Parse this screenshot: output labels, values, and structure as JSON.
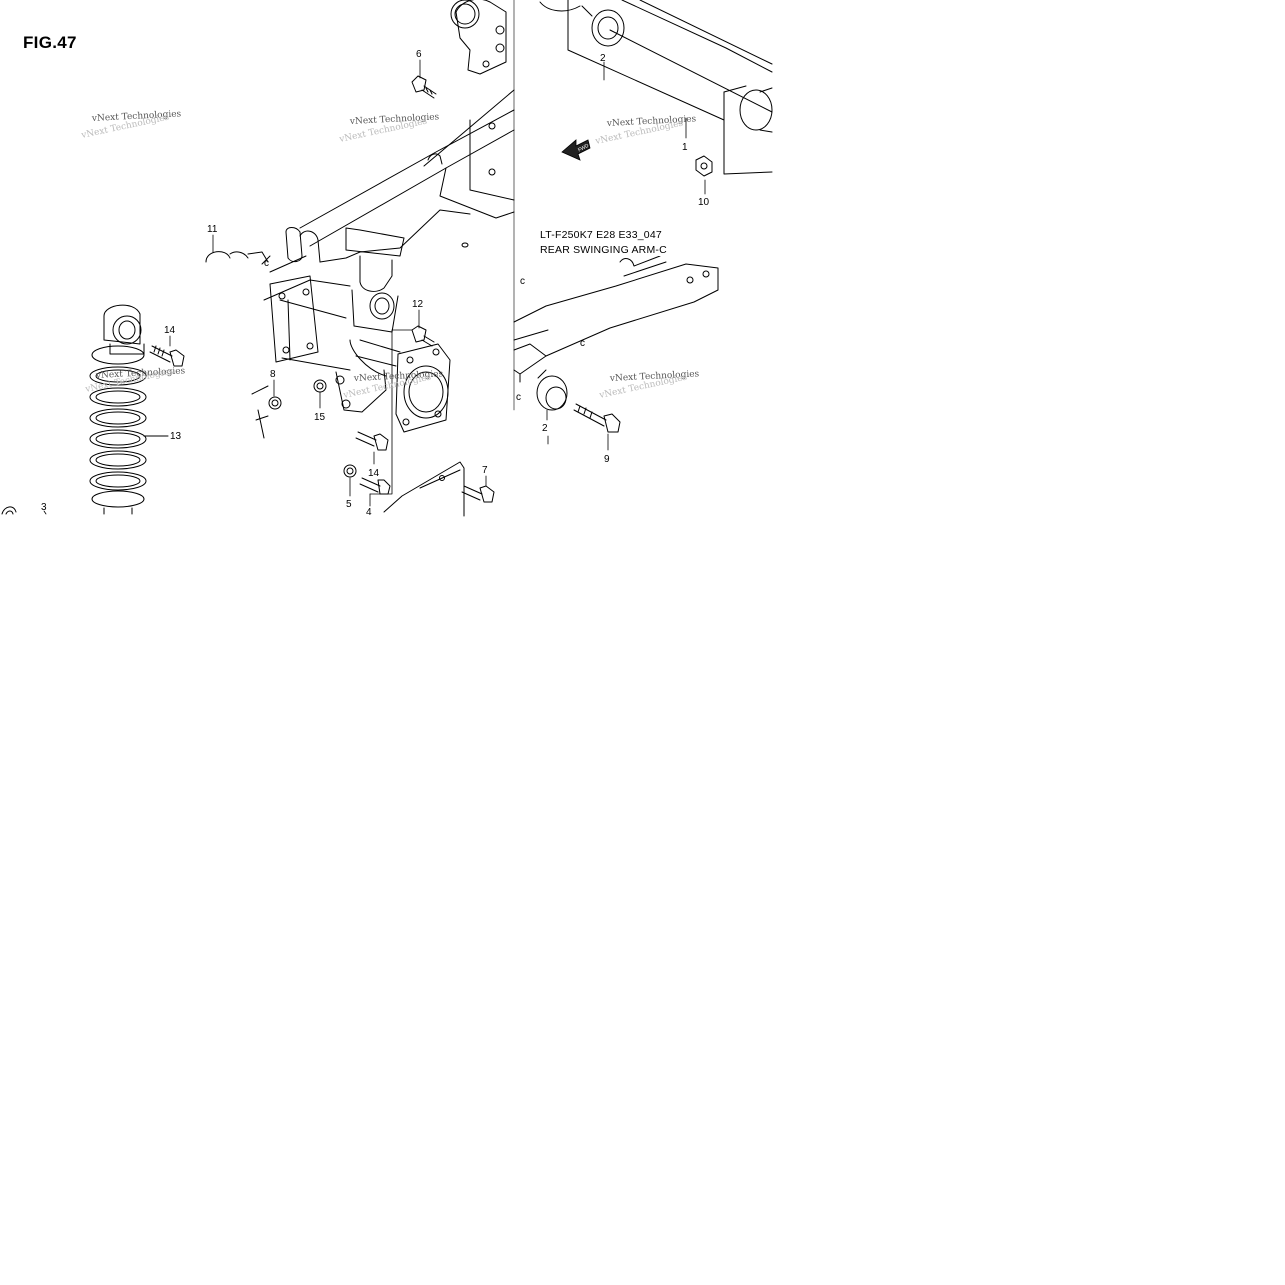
{
  "figure": {
    "title": "FIG.47",
    "caption_line1": "LT-F250K7 E28 E33_047",
    "caption_line2": "REAR SWINGING ARM-C"
  },
  "watermark": {
    "text": "vNext Technologies"
  },
  "callouts": {
    "c1": "1",
    "c2a": "2",
    "c2b": "2",
    "c3": "3",
    "c4": "4",
    "c5": "5",
    "c6": "6",
    "c7": "7",
    "c8": "8",
    "c9": "9",
    "c10": "10",
    "c11": "11",
    "c12": "12",
    "c13": "13",
    "c14a": "14",
    "c14b": "14",
    "c15": "15"
  },
  "icons": {
    "front_arrow": "fwd-arrow-icon",
    "front_arrow_text": "FWD"
  }
}
